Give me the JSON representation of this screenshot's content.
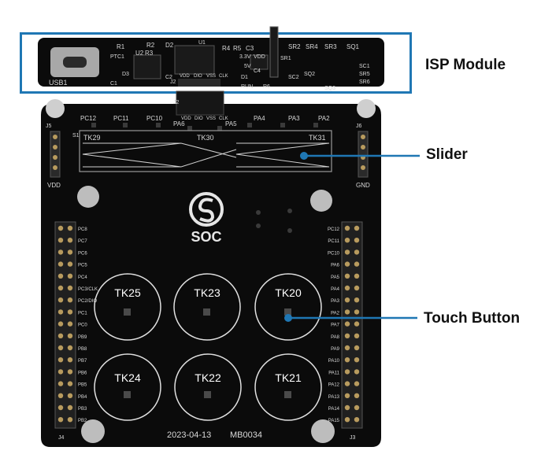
{
  "annotations": {
    "isp_module": "ISP Module",
    "slider": "Slider",
    "touch_button": "Touch Button"
  },
  "board": {
    "logo_text": "SOC",
    "footer_date": "2023-04-13",
    "footer_model": "MB0034",
    "slider_labels": [
      "TK29",
      "TK30",
      "TK31"
    ],
    "top_pins": [
      "PC12",
      "PC11",
      "PC10",
      "PA6",
      "PA5",
      "PA4",
      "PA3",
      "PA2"
    ],
    "header_top_labels": [
      "VDD",
      "DIO",
      "VSS",
      "CLK"
    ],
    "j5_label": "J5",
    "j6_label": "J6",
    "s1_label": "S1",
    "vdd_label": "VDD",
    "gnd_label": "GND",
    "j2_label": "J2",
    "j3_label": "J3",
    "j4_label": "J4",
    "left_header_pins": [
      "PC8",
      "PC7",
      "PC6",
      "PC5",
      "PC4",
      "PC3/CLK",
      "PC2/DIO",
      "PC1",
      "PC0",
      "PB9",
      "PB8",
      "PB7",
      "PB6",
      "PB5",
      "PB4",
      "PB3",
      "PB2"
    ],
    "right_header_pins": [
      "PC12",
      "PC11",
      "PC10",
      "PA6",
      "PA5",
      "PA4",
      "PA3",
      "PA2",
      "PA7",
      "PA8",
      "PA9",
      "PA10",
      "PA11",
      "PA12",
      "PA13",
      "PA14",
      "PA15"
    ],
    "touch_buttons_row1": [
      "TK25",
      "TK23",
      "TK20"
    ],
    "touch_buttons_row2": [
      "TK24",
      "TK22",
      "TK21"
    ]
  },
  "isp": {
    "usb_label": "USB1",
    "components": [
      "R1",
      "R2",
      "D2",
      "R3",
      "U2",
      "PTC1",
      "C1",
      "D3",
      "U1",
      "C2",
      "R4",
      "R5",
      "C3",
      "3.3V",
      "VDD",
      "5V",
      "C4",
      "D1",
      "R6",
      "RUN",
      "SR1",
      "SR2",
      "SR3",
      "SR4",
      "SQ1",
      "SQ2",
      "SQ3",
      "SC1",
      "SC2",
      "SR5",
      "SR6"
    ],
    "pin_labels": [
      "VDD",
      "DIO",
      "VSS",
      "CLK"
    ]
  },
  "colors": {
    "callout_blue": "#1f77b4",
    "pcb": "#0b0b0b",
    "silkscreen": "#d9d9d9",
    "header_gold": "#b89b5e"
  }
}
